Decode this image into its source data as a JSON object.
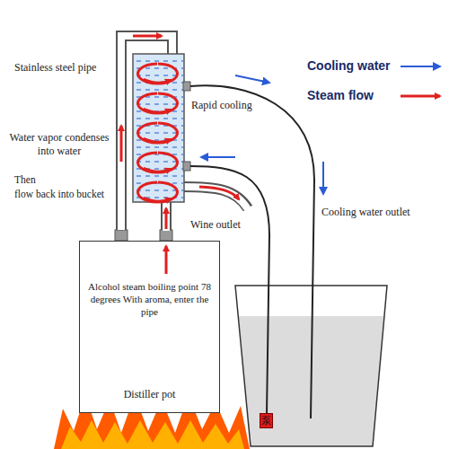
{
  "diagram": {
    "nodes": [
      {
        "text": [
          "Alcohol steam boiling point 78 degrees With aroma, enter the pipe",
          "Distiller pot"
        ]
      },
      {
        "text": [
          "泵"
        ]
      }
    ],
    "labels": [
      "Stainless steel pipe",
      "Water vapor condenses into water",
      "Then",
      "flow back into bucket",
      "Rapid cooling",
      "Wine outlet",
      "Cooling water outlet"
    ],
    "legend": [
      {
        "text": "Cooling water"
      },
      {
        "text": "Steam flow"
      }
    ]
  }
}
